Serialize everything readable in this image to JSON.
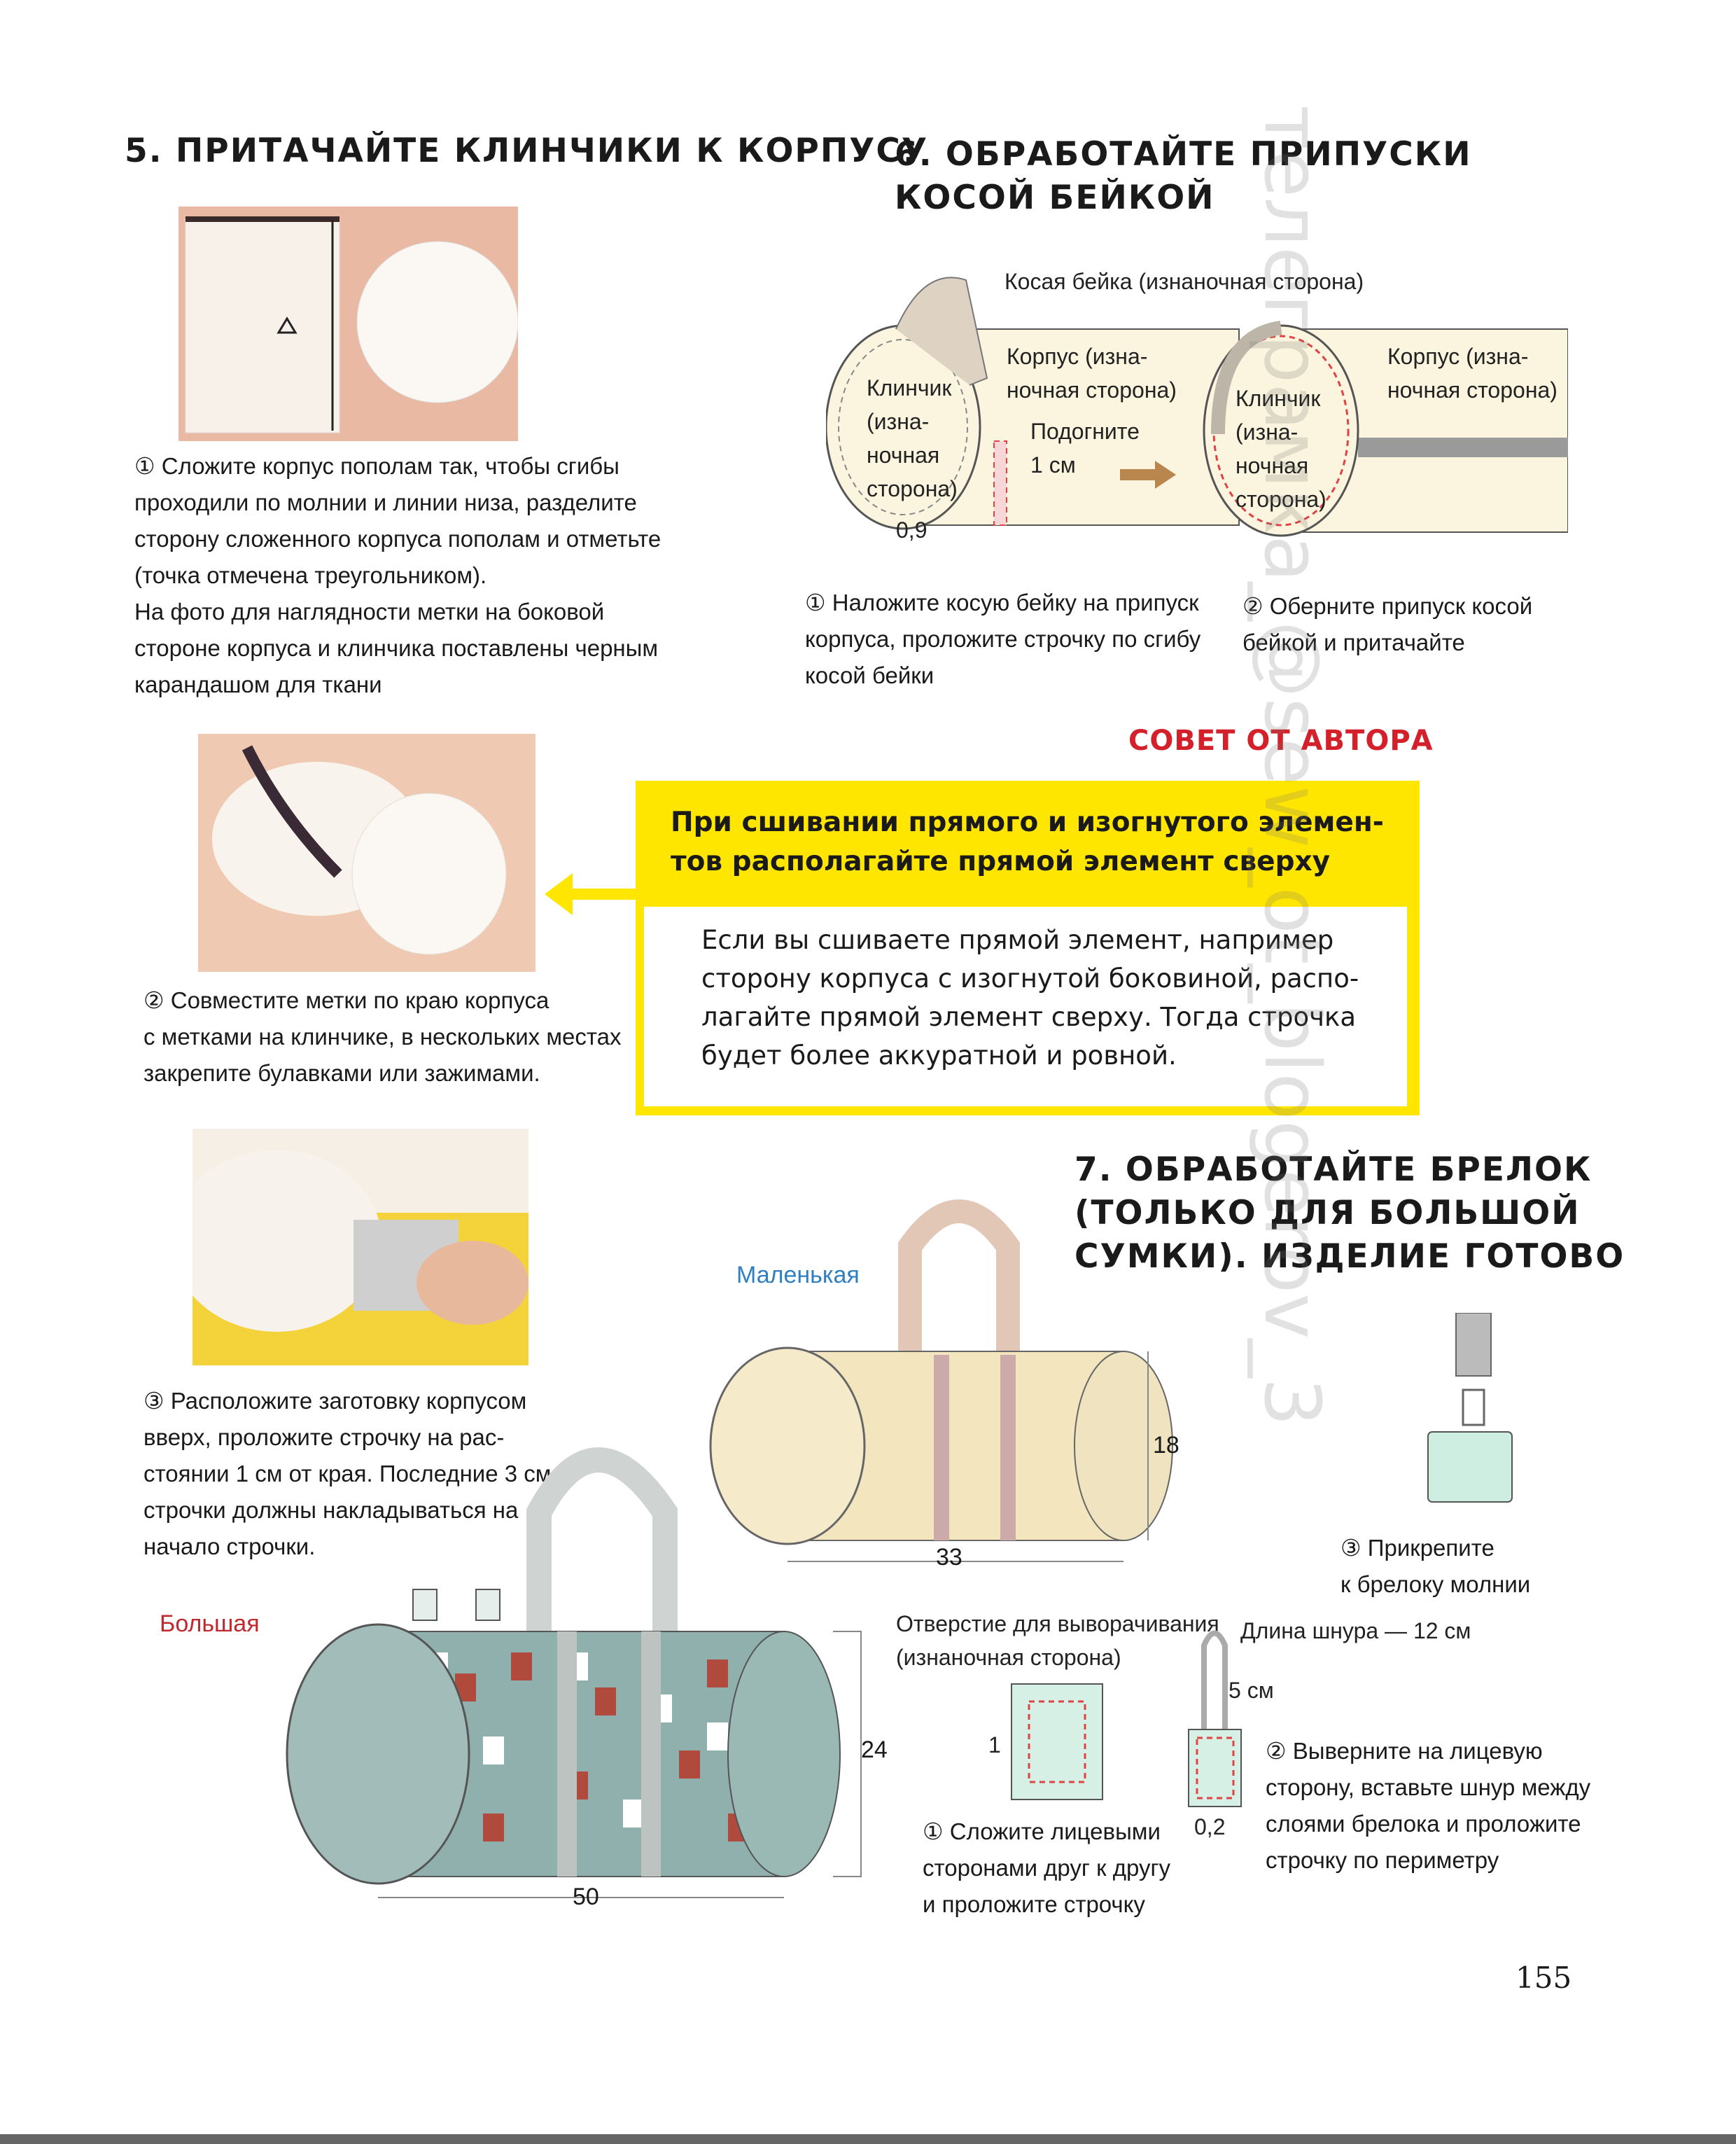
{
  "step5": {
    "heading": "5. ПРИТАЧАЙТЕ КЛИНЧИКИ К КОРПУСУ",
    "caption1": "① Сложите корпус пополам так, чтобы сгибы\nпроходили по молнии и линии низа, разделите\nсторону сложенного корпуса пополам и отметьте\n(точка отмечена треугольником).\nНа фото для наглядности метки на боковой\nстороне корпуса и клинчика поставлены черным\nкарандашом для ткани",
    "caption2": "② Совместите метки по краю корпуса\nс метками на клинчике, в нескольких местах\nзакрепите булавками или зажимами.",
    "caption3": "③ Расположите заготовку корпусом\nвверх, проложите строчку на рас-\nстоянии 1 см от края. Последние 3 см\nстрочки должны накладываться на\nначало строчки."
  },
  "step6": {
    "heading": "6. ОБРАБОТАЙТЕ ПРИПУСКИ\nКОСОЙ БЕЙКОЙ",
    "label_binding": "Косая бейка (изнаночная сторона)",
    "label_body_left": "Корпус (изна-\nночная сторона)",
    "label_gusset_left": "Клинчик\n(изна-\nночная\nсторона)",
    "label_fold": "Подогните\n1 см",
    "label_09": "0,9",
    "label_gusset_right": "Клинчик\n(изна-\nночная\nсторона)",
    "label_body_right": "Корпус (изна-\nночная сторона)",
    "caption1": "① Наложите косую бейку на припуск\nкорпуса, проложите строчку по сгибу\nкосой бейки",
    "caption2": "② Оберните припуск косой\nбейкой и притачайте"
  },
  "tip": {
    "title": "СОВЕТ ОТ АВТОРА",
    "headline": "При сшивании прямого и изогнутого элемен-\nтов располагайте прямой элемент сверху",
    "body": "Если вы сшиваете прямой элемент, например\nсторону корпуса с изогнутой боковиной, распо-\nлагайте прямой элемент сверху. Тогда строчка\nбудет более аккуратной и ровной."
  },
  "step7": {
    "heading": "7. ОБРАБОТАЙТЕ БРЕЛОК\n(ТОЛЬКО ДЛЯ БОЛЬШОЙ\nСУМКИ). ИЗДЕЛИЕ ГОТОВО",
    "small_label": "Маленькая",
    "small_height": "18",
    "small_length": "33",
    "big_label": "Большая",
    "big_height": "24",
    "big_length": "50",
    "caption3": "③ Прикрепите\nк брелоку молнии",
    "label_opening": "Отверстие для выворачивания\n(изнаночная сторона)",
    "label_cord": "Длина шнура — 12 см",
    "label_5cm": "5 см",
    "label_1": "1",
    "label_02": "0,2",
    "caption1": "① Сложите лицевыми\nсторонами друг к другу\nи проложите строчку",
    "caption2": "② Выверните на лицевую\nсторону, вставьте шнур между\nслоями брелока и проложите\nстрочку по периметру"
  },
  "page_number": "155",
  "watermark": "телеграмка_@sew_ot_blogerov_3",
  "colors": {
    "tip_yellow": "#ffe600",
    "tip_red": "#d4202a",
    "small_label_blue": "#2f7fc1",
    "big_label_red": "#c0282e"
  }
}
